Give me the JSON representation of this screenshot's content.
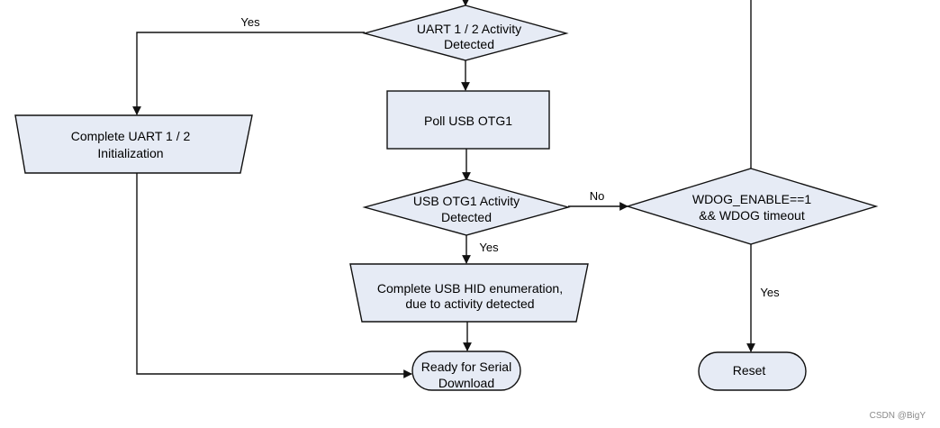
{
  "colors": {
    "node_fill": "#E6EBF5",
    "line": "#111111",
    "text": "#000000",
    "watermark": "#8A8A8A"
  },
  "nodes": {
    "uart_activity": {
      "shape": "diamond",
      "lines": [
        "UART 1 / 2 Activity",
        "Detected"
      ]
    },
    "uart_init": {
      "shape": "trapezoid",
      "lines": [
        "Complete UART 1 / 2",
        "Initialization"
      ]
    },
    "poll_usb": {
      "shape": "rectangle",
      "lines": [
        "Poll USB OTG1"
      ]
    },
    "usb_activity": {
      "shape": "diamond",
      "lines": [
        "USB OTG1 Activity",
        "Detected"
      ]
    },
    "usb_hid": {
      "shape": "trapezoid",
      "lines": [
        "Complete USB HID enumeration,",
        "due to activity detected"
      ]
    },
    "ready_serial": {
      "shape": "rounded",
      "lines": [
        "Ready for Serial",
        "Download"
      ]
    },
    "wdog_check": {
      "shape": "diamond",
      "lines": [
        "WDOG_ENABLE==1",
        "&& WDOG timeout"
      ]
    },
    "reset": {
      "shape": "rounded",
      "lines": [
        "Reset"
      ]
    }
  },
  "edges": [
    {
      "from": "uart_activity",
      "to": "uart_init",
      "label": "Yes"
    },
    {
      "from": "uart_activity",
      "to": "poll_usb",
      "label": ""
    },
    {
      "from": "poll_usb",
      "to": "usb_activity",
      "label": ""
    },
    {
      "from": "usb_activity",
      "to": "wdog_check",
      "label": "No"
    },
    {
      "from": "usb_activity",
      "to": "usb_hid",
      "label": "Yes"
    },
    {
      "from": "usb_hid",
      "to": "ready_serial",
      "label": ""
    },
    {
      "from": "uart_init",
      "to": "ready_serial",
      "label": ""
    },
    {
      "from": "wdog_check",
      "to": "reset",
      "label": "Yes"
    }
  ],
  "watermark": "CSDN @BigY"
}
